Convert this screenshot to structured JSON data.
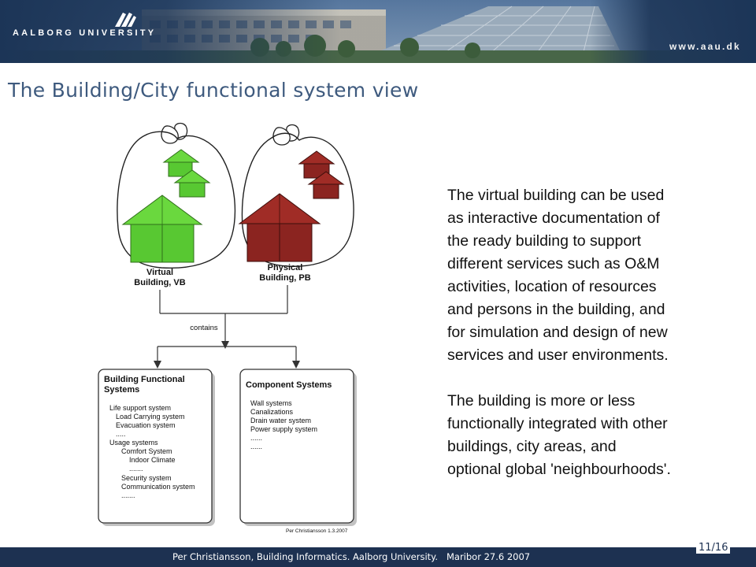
{
  "header": {
    "university": "AALBORG UNIVERSITY",
    "url": "www.aau.dk"
  },
  "slide": {
    "title": "The Building/City functional system view"
  },
  "diagram": {
    "virtual_label_line1": "Virtual",
    "virtual_label_line2": "Building, VB",
    "physical_label_line1": "Physical",
    "physical_label_line2": "Building, PB",
    "contains_label": "contains",
    "functional_box": {
      "title_line1": "Building Functional",
      "title_line2": "Systems",
      "items": [
        "Life support system",
        "Load Carrying system",
        "Evacuation system",
        ".....",
        "Usage systems",
        "Comfort System",
        "Indoor Climate",
        ".......",
        "Security system",
        "Communication system",
        "......."
      ]
    },
    "component_box": {
      "title": "Component Systems",
      "items": [
        "Wall systems",
        "Canalizations",
        "Drain water system",
        "Power supply system",
        "......",
        "......"
      ]
    },
    "credit": "Per Christiansson 1.3.2007",
    "colors": {
      "virtual_green": "#58c832",
      "physical_red": "#8b2420"
    }
  },
  "text": {
    "paragraph1_lines": [
      "The virtual building can be used",
      "as interactive documentation of",
      "the ready building to support",
      "different services such as O&M",
      "activities, location of resources",
      "and persons in the building, and",
      "for simulation and design of new",
      "services and user environments."
    ],
    "paragraph2_lines": [
      "The building is more or less",
      "functionally integrated with other",
      "buildings, city areas, and",
      "optional global 'neighbourhoods'."
    ]
  },
  "footer": {
    "text": "Per Christiansson, Building Informatics. Aalborg University.   Maribor 27.6 2007",
    "page": "11/16"
  }
}
